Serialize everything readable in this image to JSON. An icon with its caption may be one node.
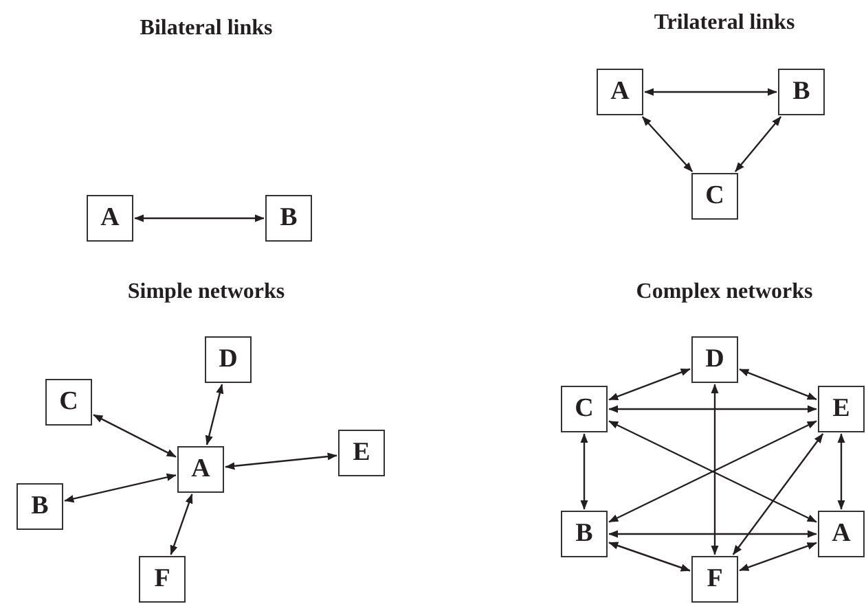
{
  "diagram": {
    "nodes": [
      {
        "text": [
          "A"
        ]
      },
      {
        "text": [
          "B"
        ]
      },
      {
        "text": [
          "A"
        ]
      },
      {
        "text": [
          "B"
        ]
      },
      {
        "text": [
          "C"
        ]
      },
      {
        "text": [
          "D"
        ]
      },
      {
        "text": [
          "C"
        ]
      },
      {
        "text": [
          "A"
        ]
      },
      {
        "text": [
          "E"
        ]
      },
      {
        "text": [
          "B"
        ]
      },
      {
        "text": [
          "F"
        ]
      },
      {
        "text": [
          "D"
        ]
      },
      {
        "text": [
          "C"
        ]
      },
      {
        "text": [
          "E"
        ]
      },
      {
        "text": [
          "B"
        ]
      },
      {
        "text": [
          "A"
        ]
      },
      {
        "text": [
          "F"
        ]
      }
    ],
    "edges": [
      {
        "from": 0,
        "to": 1,
        "arrow": "both"
      },
      {
        "from": 2,
        "to": 3,
        "arrow": "both"
      },
      {
        "from": 2,
        "to": 4,
        "arrow": "both"
      },
      {
        "from": 3,
        "to": 4,
        "arrow": "both"
      },
      {
        "from": 7,
        "to": 5,
        "arrow": "both"
      },
      {
        "from": 7,
        "to": 6,
        "arrow": "both"
      },
      {
        "from": 7,
        "to": 8,
        "arrow": "both"
      },
      {
        "from": 7,
        "to": 9,
        "arrow": "both"
      },
      {
        "from": 7,
        "to": 10,
        "arrow": "both"
      },
      {
        "from": 12,
        "to": 11,
        "arrow": "both"
      },
      {
        "from": 11,
        "to": 13,
        "arrow": "both"
      },
      {
        "from": 12,
        "to": 13,
        "arrow": "both"
      },
      {
        "from": 12,
        "to": 14,
        "arrow": "both"
      },
      {
        "from": 13,
        "to": 15,
        "arrow": "both"
      },
      {
        "from": 14,
        "to": 15,
        "arrow": "both"
      },
      {
        "from": 14,
        "to": 16,
        "arrow": "both"
      },
      {
        "from": 16,
        "to": 15,
        "arrow": "both"
      },
      {
        "from": 11,
        "to": 16,
        "arrow": "both"
      },
      {
        "from": 12,
        "to": 15,
        "arrow": "both"
      },
      {
        "from": 14,
        "to": 13,
        "arrow": "both"
      },
      {
        "from": 13,
        "to": 16,
        "arrow": "both"
      }
    ],
    "labels": [
      "Bilateral links",
      "Trilateral links",
      "Simple networks",
      "Complex networks"
    ]
  }
}
